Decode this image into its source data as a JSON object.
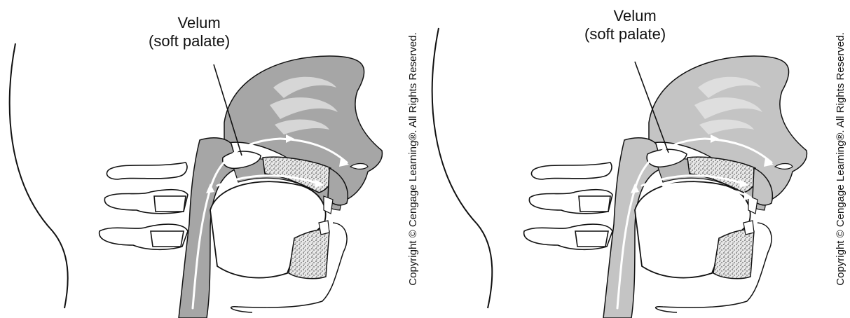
{
  "diagrams": [
    {
      "label_line1": "Velum",
      "label_line2": "(soft palate)",
      "copyright": "Copyright © Cengage Learning®. All Rights Reserved."
    },
    {
      "label_line1": "Velum",
      "label_line2": "(soft palate)",
      "copyright": "Copyright © Cengage Learning®. All Rights Reserved."
    }
  ],
  "colors": {
    "tissue_gray": "#a6a6a6",
    "nasal_gray": "#c4c4c4",
    "airflow_white": "#ffffff",
    "outline": "#111111"
  },
  "icons": [
    "vertebra",
    "airflow-arrow",
    "bone-stipple"
  ]
}
